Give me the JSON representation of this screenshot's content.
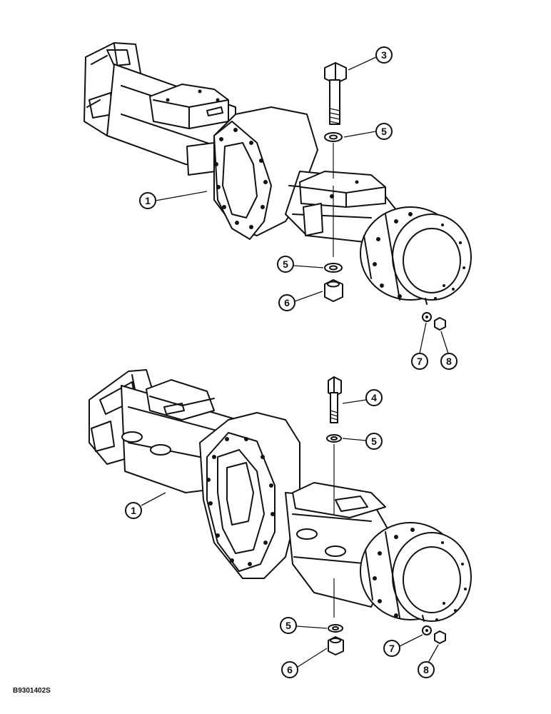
{
  "diagram": {
    "reference_code": "B9301402S",
    "callouts": {
      "top_housing": "1",
      "top_bolt": "3",
      "top_washer_upper": "5",
      "top_washer_lower": "5",
      "top_nut": "6",
      "top_hub_washer": "7",
      "top_hub_nut": "8",
      "bottom_housing": "1",
      "bottom_bolt": "4",
      "bottom_washer_upper": "5",
      "bottom_washer_lower": "5",
      "bottom_nut": "6",
      "bottom_hub_washer": "7",
      "bottom_hub_nut": "8"
    }
  }
}
